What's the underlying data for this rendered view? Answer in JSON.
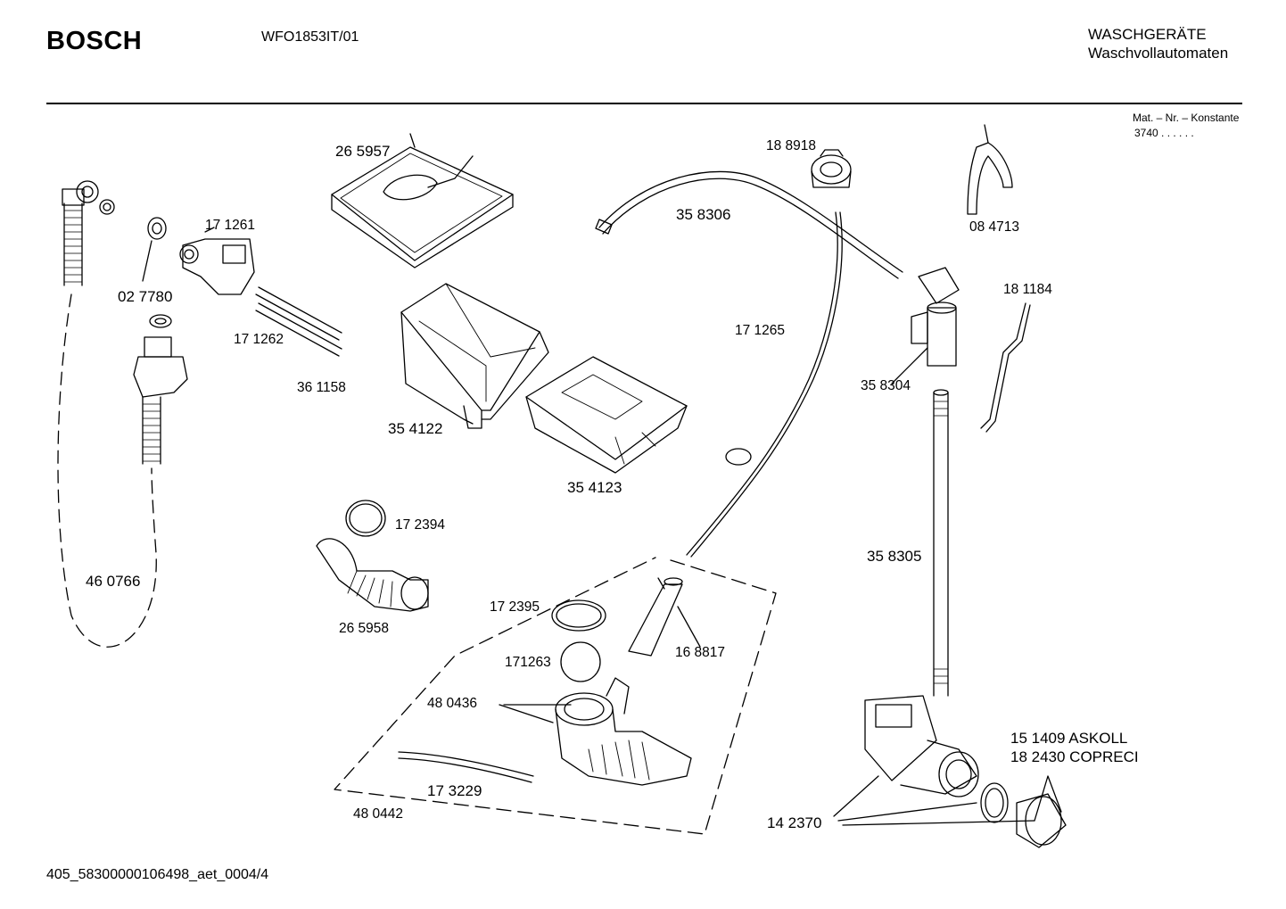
{
  "header": {
    "brand": "BOSCH",
    "model": "WFO1853IT/01",
    "category_line1": "WASCHGERÄTE",
    "category_line2": "Waschvollautomaten",
    "mat_label": "Mat. – Nr. – Konstante",
    "mat_value": "3740 . . . . . ."
  },
  "footer": {
    "document_id": "405_58300000106498_aet_0004/4"
  },
  "parts": [
    {
      "id": "p265957",
      "number": "26 5957"
    },
    {
      "id": "p188918",
      "number": "18 8918"
    },
    {
      "id": "p084713",
      "number": "08 4713"
    },
    {
      "id": "p171261",
      "number": "17 1261"
    },
    {
      "id": "p027780",
      "number": "02 7780"
    },
    {
      "id": "p171262",
      "number": "17 1262"
    },
    {
      "id": "p361158",
      "number": "36 1158"
    },
    {
      "id": "p358306",
      "number": "35 8306"
    },
    {
      "id": "p181184",
      "number": "18 1184"
    },
    {
      "id": "p171265",
      "number": "17 1265"
    },
    {
      "id": "p358304",
      "number": "35 8304"
    },
    {
      "id": "p354122",
      "number": "35 4122"
    },
    {
      "id": "p354123",
      "number": "35 4123"
    },
    {
      "id": "p172394",
      "number": "17 2394"
    },
    {
      "id": "p460766",
      "number": "46 0766"
    },
    {
      "id": "p358305",
      "number": "35 8305"
    },
    {
      "id": "p265958",
      "number": "26 5958"
    },
    {
      "id": "p172395",
      "number": "17 2395"
    },
    {
      "id": "p168817",
      "number": "16 8817"
    },
    {
      "id": "p171263",
      "number": "171263"
    },
    {
      "id": "p480436",
      "number": "48 0436"
    },
    {
      "id": "p151409",
      "number": "15 1409  ASKOLL"
    },
    {
      "id": "p182430",
      "number": "18 2430  COPRECI"
    },
    {
      "id": "p173229",
      "number": "17 3229"
    },
    {
      "id": "p480442",
      "number": "48 0442"
    },
    {
      "id": "p142370",
      "number": "14 2370"
    }
  ]
}
